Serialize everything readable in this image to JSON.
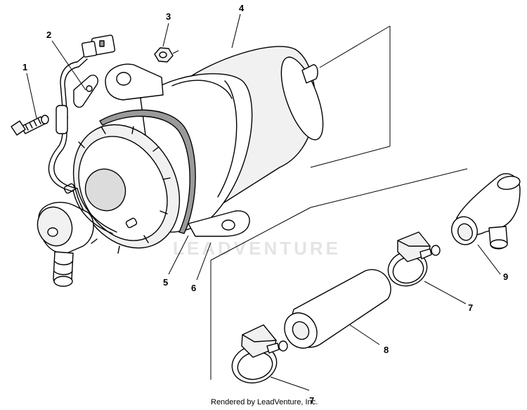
{
  "watermark": "LEADVENTURE",
  "footer": "Rendered by LeadVenture, Inc.",
  "callouts": {
    "c1": "1",
    "c2": "2",
    "c3": "3",
    "c4": "4",
    "c5": "5",
    "c6": "6",
    "c7a": "7",
    "c7b": "7",
    "c8": "8",
    "c9": "9"
  }
}
